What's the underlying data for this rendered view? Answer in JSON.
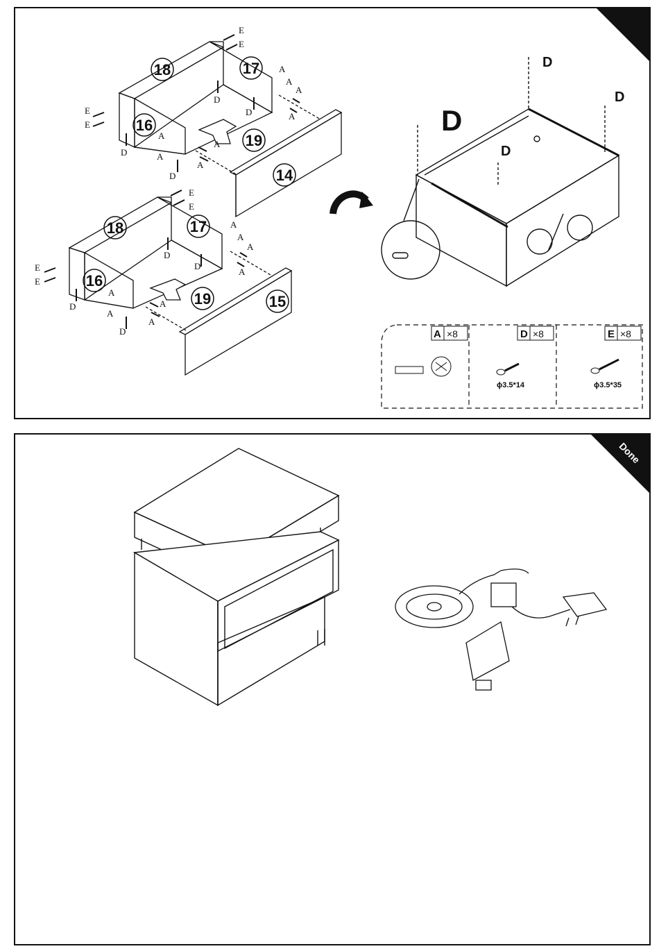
{
  "step_top": {
    "screw_label_E": "E",
    "screw_label_A": "A",
    "screw_label_D": "D",
    "big_label_D": "D",
    "drawer_upper": {
      "parts": [
        "18",
        "17",
        "16",
        "19",
        "14"
      ]
    },
    "drawer_lower": {
      "parts": [
        "18",
        "17",
        "16",
        "19",
        "15"
      ]
    },
    "hardware": [
      {
        "code": "A",
        "qty": "×8",
        "size": ""
      },
      {
        "code": "D",
        "qty": "×8",
        "size": "ϕ3.5*14"
      },
      {
        "code": "E",
        "qty": "×8",
        "size": "ϕ3.5*35"
      }
    ]
  },
  "step_bottom": {
    "corner_label": "Done"
  },
  "colors": {
    "ink": "#111111",
    "paper": "#ffffff"
  }
}
